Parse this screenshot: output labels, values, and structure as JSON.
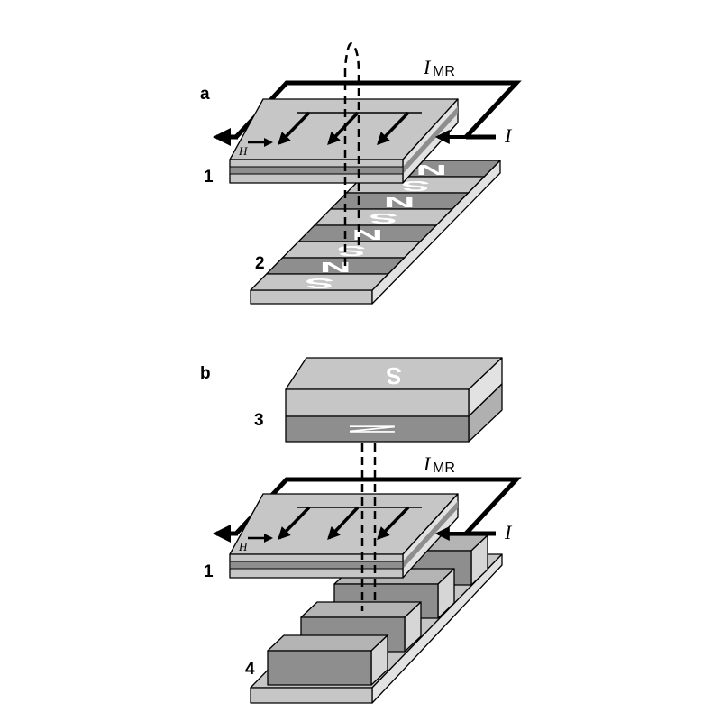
{
  "panel_a": {
    "label": "a",
    "sensor_label": "1",
    "strip_label": "2",
    "current_label": "I",
    "mr_current_main": "I",
    "mr_current_sub": "MR",
    "field_label": "H",
    "strip_poles": [
      "S",
      "N",
      "S",
      "N",
      "S",
      "N",
      "S",
      "N"
    ]
  },
  "panel_b": {
    "label": "b",
    "magnet_label": "3",
    "sensor_label": "1",
    "gear_label": "4",
    "current_label": "I",
    "mr_current_main": "I",
    "mr_current_sub": "MR",
    "field_label": "H",
    "magnet_top_pole": "S",
    "magnet_bottom_pole": "N"
  },
  "colors": {
    "light": "#c6c6c6",
    "dark": "#8e8e8e",
    "side": "#e2e2e2"
  }
}
